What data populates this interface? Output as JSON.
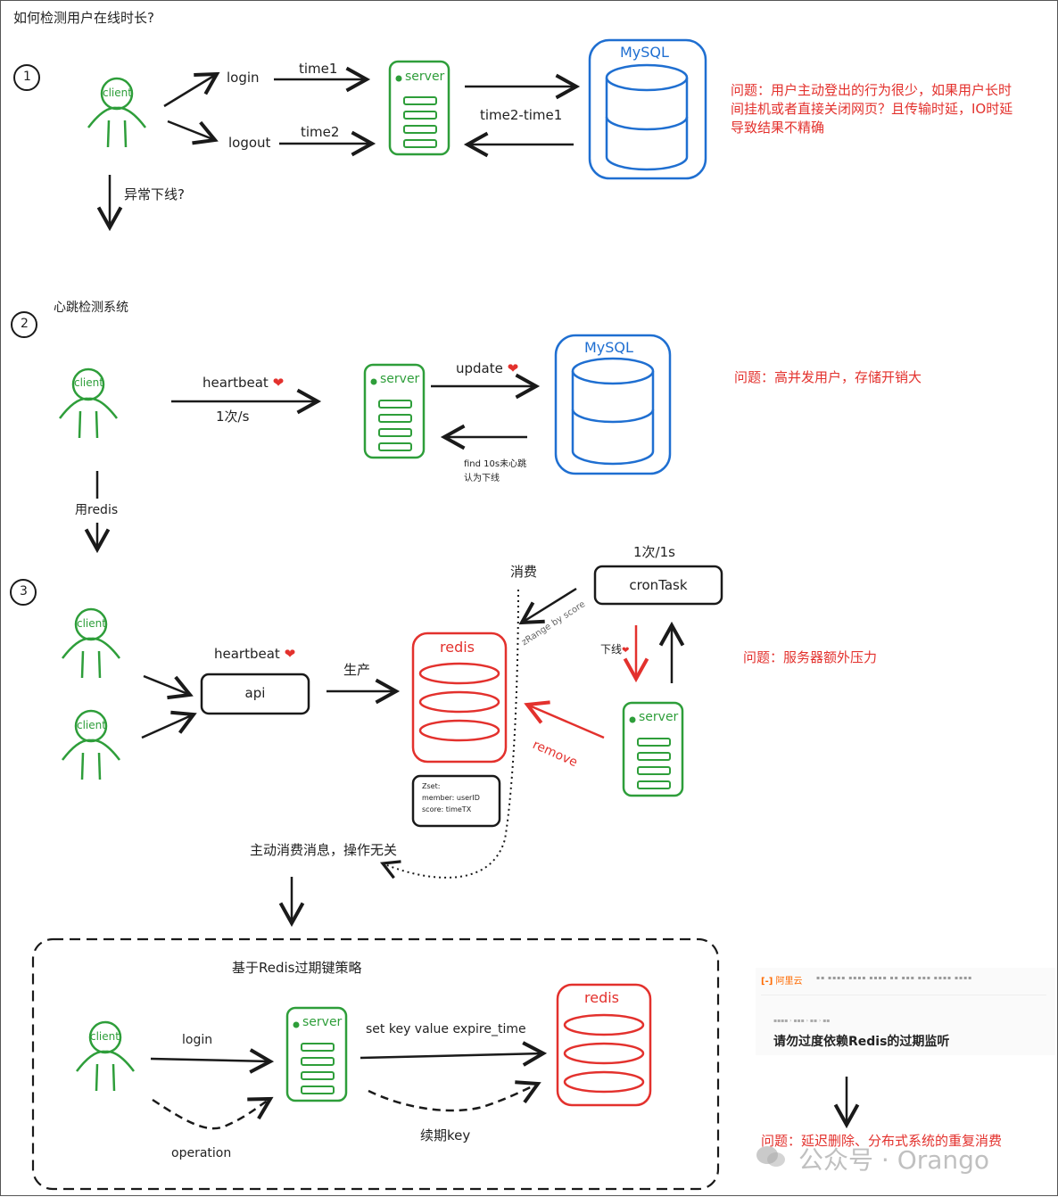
{
  "title": "如何检测用户在线时长?",
  "section1": {
    "number": "1",
    "client": "client",
    "server": "server",
    "db": "MySQL",
    "login": "login",
    "logout": "logout",
    "time1": "time1",
    "time2": "time2",
    "diff": "time2-time1",
    "abnormal": "异常下线?",
    "problem": "问题：用户主动登出的行为很少，如果用户长时间挂机或者直接关闭网页？且传输时延，IO时延导致结果不精确"
  },
  "section2": {
    "number": "2",
    "heading": "心跳检测系统",
    "client": "client",
    "server": "server",
    "db": "MySQL",
    "heartbeat": "heartbeat",
    "rate": "1次/s",
    "update": "update",
    "find_line1": "find 10s未心跳",
    "find_line2": "认为下线",
    "use_redis": "用redis",
    "problem": "问题：高并发用户，存储开销大"
  },
  "section3": {
    "number": "3",
    "client": "client",
    "heartbeat": "heartbeat",
    "api": "api",
    "produce": "生产",
    "redis": "redis",
    "consume": "消费",
    "zrange": "zRange by score",
    "cron_rate": "1次/1s",
    "cron": "cronTask",
    "offline": "下线",
    "server": "server",
    "remove": "remove",
    "zset_line1": "Zset:",
    "zset_line2": "member: userID",
    "zset_line3": "score: timeTX",
    "active_consume": "主动消费消息，操作无关",
    "problem": "问题：服务器额外压力"
  },
  "section4": {
    "heading": "基于Redis过期键策略",
    "client": "client",
    "login": "login",
    "server": "server",
    "set_key": "set key value expire_time",
    "renew": "续期key",
    "operation": "operation",
    "redis": "redis",
    "problem": "问题：延迟删除、分布式系统的重复消费"
  },
  "article": {
    "brand": "阿里云",
    "headline": "请勿过度依赖Redis的过期监听"
  },
  "watermark": "公众号 · Orango",
  "colors": {
    "green": "#2e9e3a",
    "blue": "#1f6fd1",
    "red": "#e3312d",
    "ink": "#1a1a1a"
  }
}
